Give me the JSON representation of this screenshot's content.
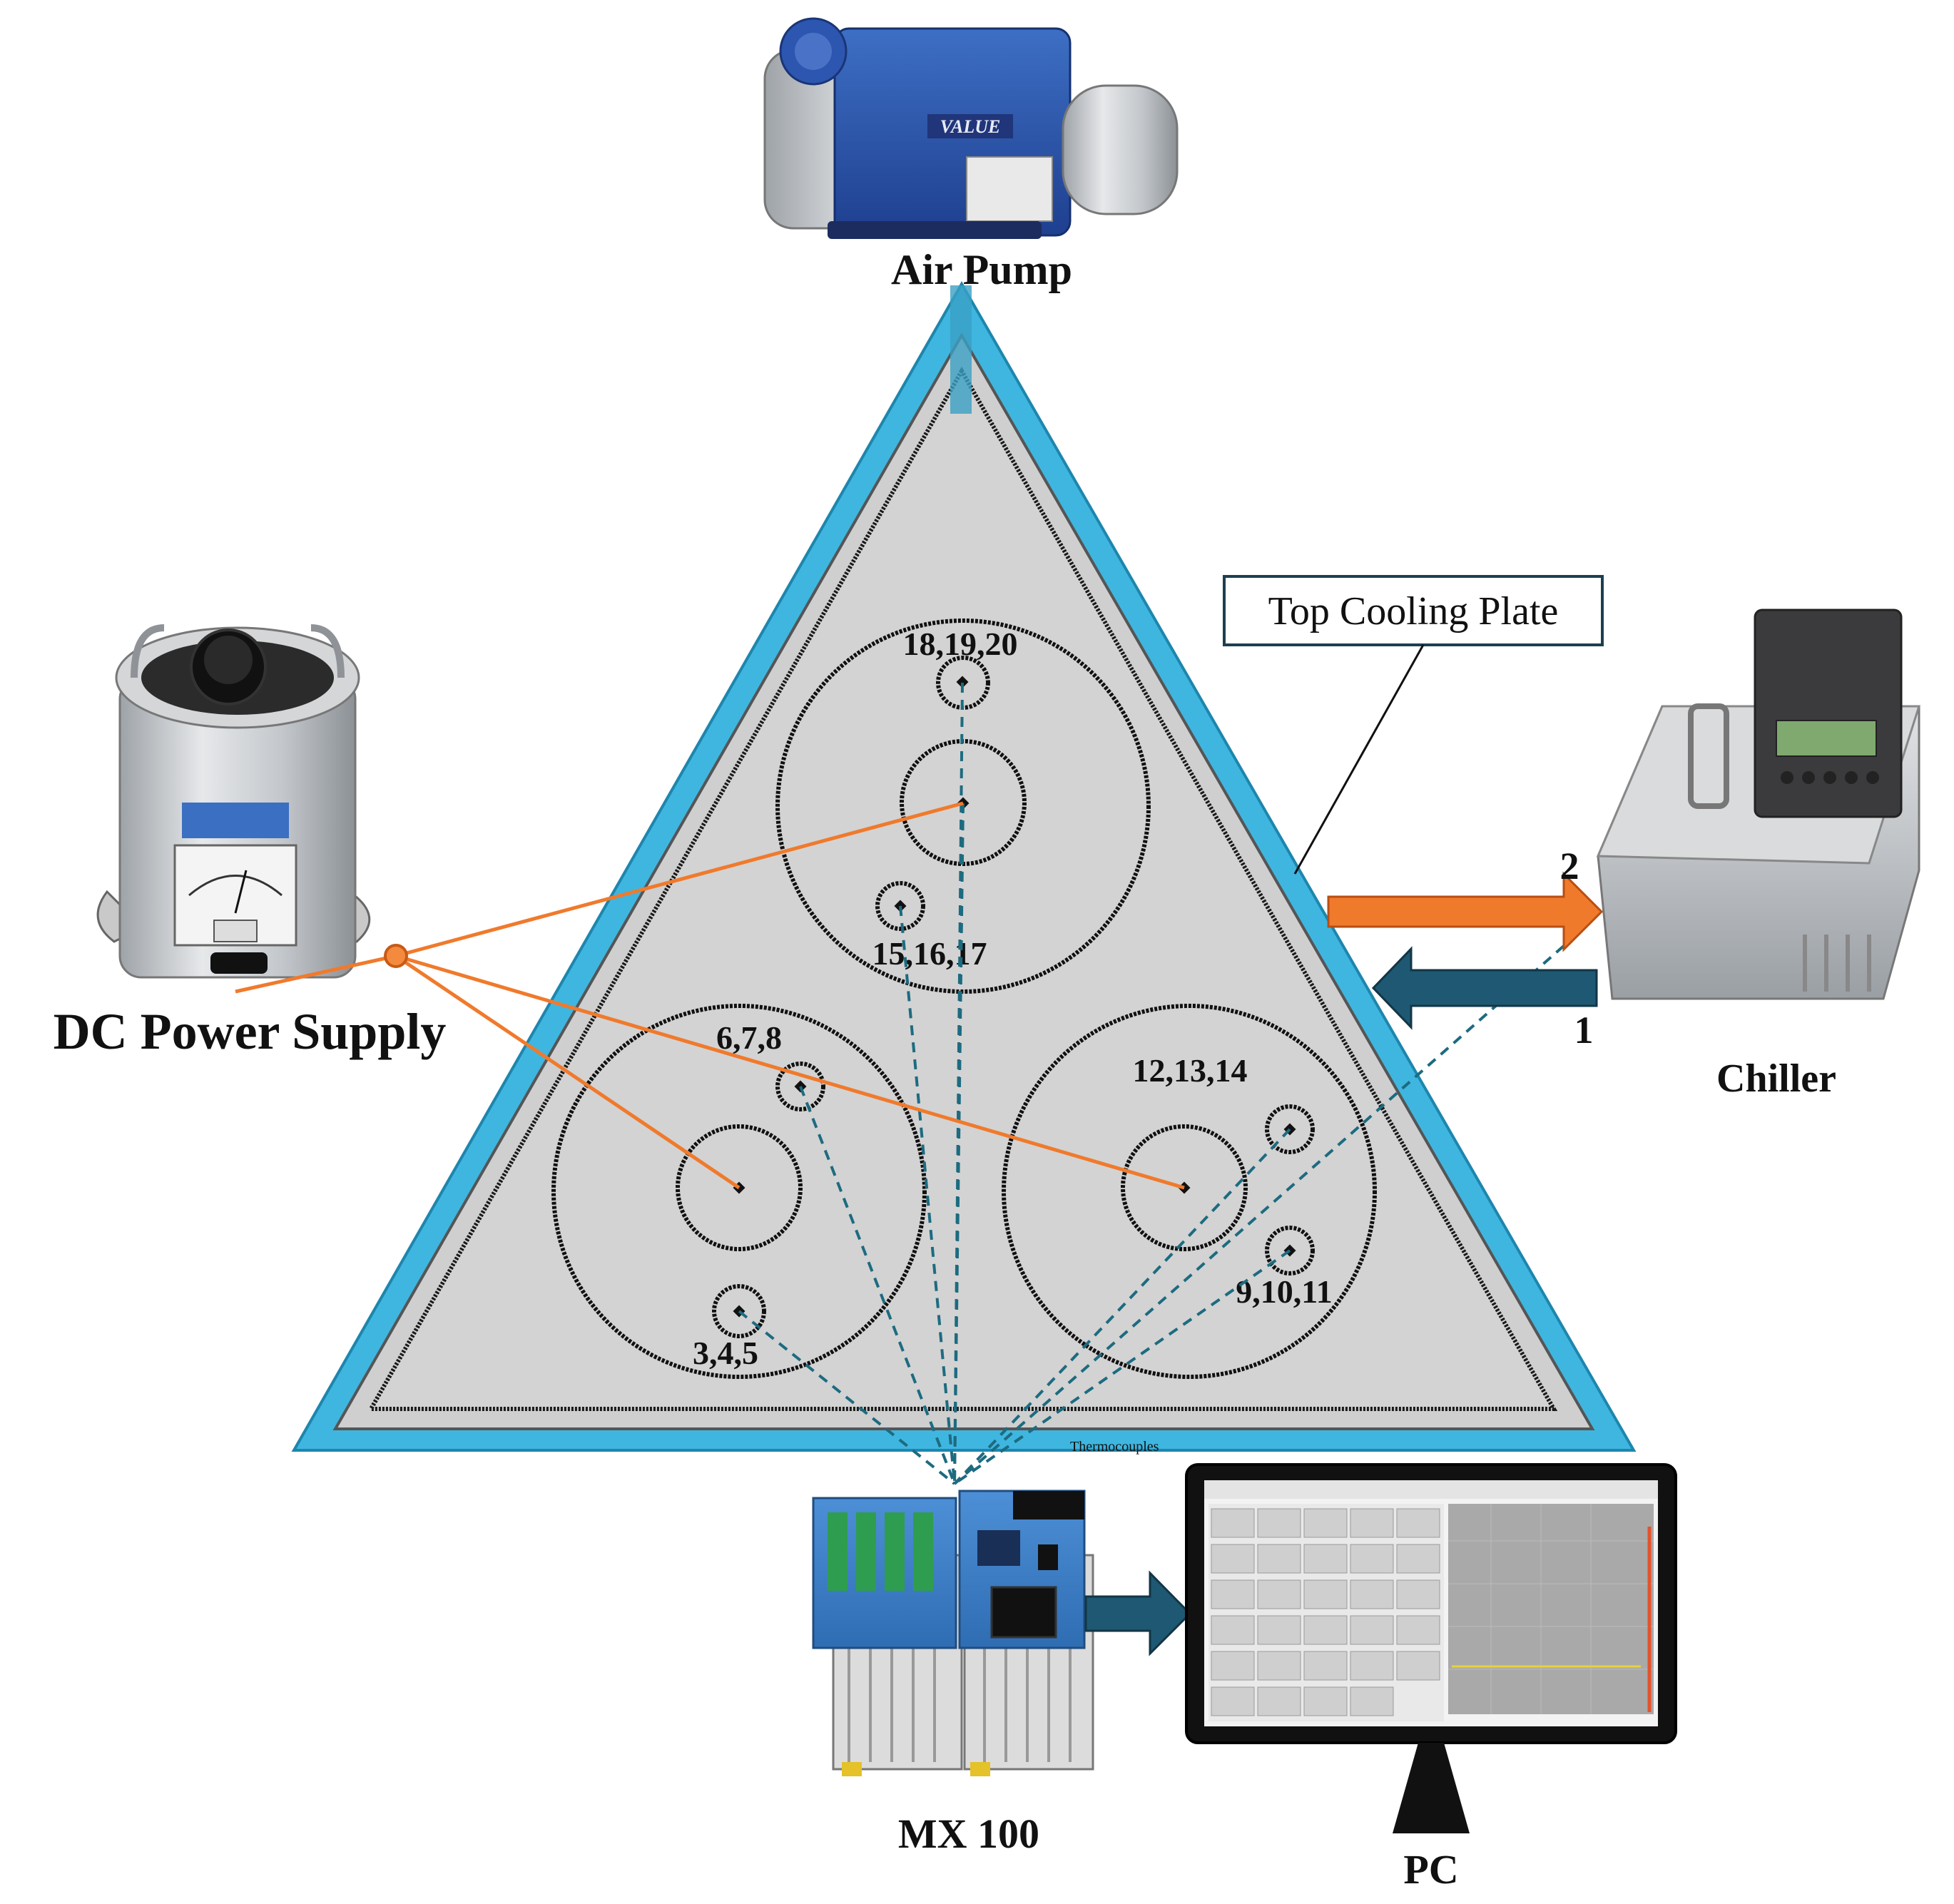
{
  "equipment": {
    "air_pump": "Air Pump",
    "dc_power_supply": "DC Power Supply",
    "chiller": "Chiller",
    "daq": "MX 100",
    "pc": "PC"
  },
  "callout": {
    "top_cooling_plate": "Top Cooling Plate"
  },
  "flow_labels": {
    "outlet": "2",
    "inlet": "1"
  },
  "thermocouple_groups": {
    "top_outer": "18,19,20",
    "top_inner": "15,16,17",
    "left_upper": "6,7,8",
    "left_lower": "3,4,5",
    "right_upper": "12,13,14",
    "right_lower": "9,10,11"
  },
  "wire_bundle_label": "Thermocouples",
  "colors": {
    "frame_blue": "#3fb6e0",
    "plate_gray": "#d3d3d3",
    "power_wire": "#f07a2c",
    "thermocouple_wire": "#1d6b80",
    "chiller_inlet_arrow": "#1f5873",
    "chiller_outlet_arrow": "#f07a2c",
    "pump_blue": "#2746a8"
  },
  "icons": [
    "air-pump-device",
    "variac-power-supply",
    "chiller-unit",
    "daq-module",
    "pc-monitor"
  ]
}
